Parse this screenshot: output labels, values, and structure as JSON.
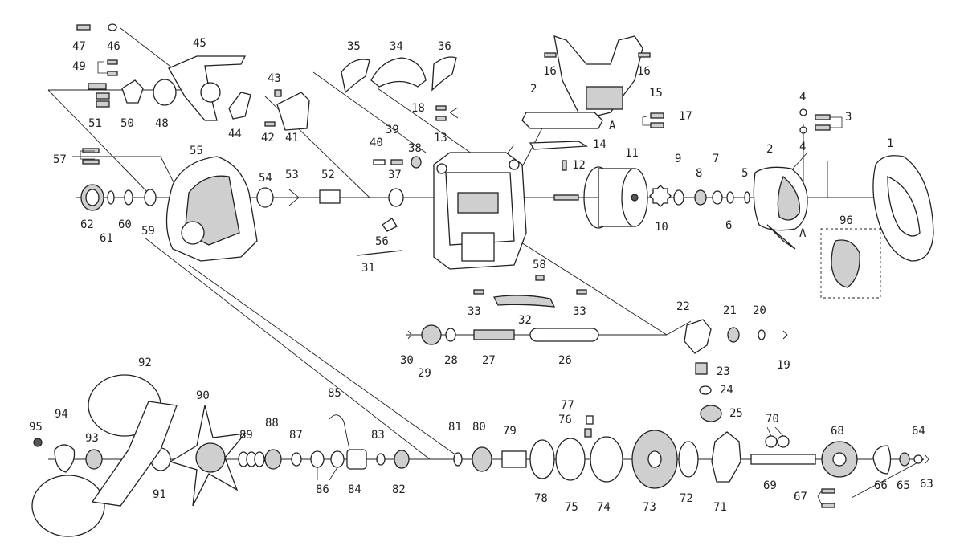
{
  "diagram": {
    "callouts": [
      {
        "id": "p1",
        "text": "1"
      },
      {
        "id": "p2a",
        "text": "2"
      },
      {
        "id": "p2b",
        "text": "2"
      },
      {
        "id": "p3",
        "text": "3"
      },
      {
        "id": "p4a",
        "text": "4"
      },
      {
        "id": "p4b",
        "text": "4"
      },
      {
        "id": "p5",
        "text": "5"
      },
      {
        "id": "p6",
        "text": "6"
      },
      {
        "id": "p7",
        "text": "7"
      },
      {
        "id": "p8",
        "text": "8"
      },
      {
        "id": "p9",
        "text": "9"
      },
      {
        "id": "p10",
        "text": "10"
      },
      {
        "id": "p11",
        "text": "11"
      },
      {
        "id": "p12",
        "text": "12"
      },
      {
        "id": "p13",
        "text": "13"
      },
      {
        "id": "p14",
        "text": "14"
      },
      {
        "id": "p15",
        "text": "15"
      },
      {
        "id": "p16a",
        "text": "16"
      },
      {
        "id": "p16b",
        "text": "16"
      },
      {
        "id": "p17",
        "text": "17"
      },
      {
        "id": "p18",
        "text": "18"
      },
      {
        "id": "p19",
        "text": "19"
      },
      {
        "id": "p20",
        "text": "20"
      },
      {
        "id": "p21",
        "text": "21"
      },
      {
        "id": "p22",
        "text": "22"
      },
      {
        "id": "p23",
        "text": "23"
      },
      {
        "id": "p24",
        "text": "24"
      },
      {
        "id": "p25",
        "text": "25"
      },
      {
        "id": "p26",
        "text": "26"
      },
      {
        "id": "p27",
        "text": "27"
      },
      {
        "id": "p28",
        "text": "28"
      },
      {
        "id": "p29",
        "text": "29"
      },
      {
        "id": "p30",
        "text": "30"
      },
      {
        "id": "p31",
        "text": "31"
      },
      {
        "id": "p32",
        "text": "32"
      },
      {
        "id": "p33a",
        "text": "33"
      },
      {
        "id": "p33b",
        "text": "33"
      },
      {
        "id": "p34",
        "text": "34"
      },
      {
        "id": "p35",
        "text": "35"
      },
      {
        "id": "p36",
        "text": "36"
      },
      {
        "id": "p37",
        "text": "37"
      },
      {
        "id": "p38",
        "text": "38"
      },
      {
        "id": "p39",
        "text": "39"
      },
      {
        "id": "p40",
        "text": "40"
      },
      {
        "id": "p41",
        "text": "41"
      },
      {
        "id": "p42",
        "text": "42"
      },
      {
        "id": "p43",
        "text": "43"
      },
      {
        "id": "p44",
        "text": "44"
      },
      {
        "id": "p45",
        "text": "45"
      },
      {
        "id": "p46",
        "text": "46"
      },
      {
        "id": "p47",
        "text": "47"
      },
      {
        "id": "p48",
        "text": "48"
      },
      {
        "id": "p49",
        "text": "49"
      },
      {
        "id": "p50",
        "text": "50"
      },
      {
        "id": "p51",
        "text": "51"
      },
      {
        "id": "p52",
        "text": "52"
      },
      {
        "id": "p53",
        "text": "53"
      },
      {
        "id": "p54",
        "text": "54"
      },
      {
        "id": "p55",
        "text": "55"
      },
      {
        "id": "p56",
        "text": "56"
      },
      {
        "id": "p57",
        "text": "57"
      },
      {
        "id": "p58",
        "text": "58"
      },
      {
        "id": "p59",
        "text": "59"
      },
      {
        "id": "p60",
        "text": "60"
      },
      {
        "id": "p61",
        "text": "61"
      },
      {
        "id": "p62",
        "text": "62"
      },
      {
        "id": "p63",
        "text": "63"
      },
      {
        "id": "p64",
        "text": "64"
      },
      {
        "id": "p65",
        "text": "65"
      },
      {
        "id": "p66",
        "text": "66"
      },
      {
        "id": "p67",
        "text": "67"
      },
      {
        "id": "p68",
        "text": "68"
      },
      {
        "id": "p69",
        "text": "69"
      },
      {
        "id": "p70",
        "text": "70"
      },
      {
        "id": "p71",
        "text": "71"
      },
      {
        "id": "p72",
        "text": "72"
      },
      {
        "id": "p73",
        "text": "73"
      },
      {
        "id": "p74",
        "text": "74"
      },
      {
        "id": "p75",
        "text": "75"
      },
      {
        "id": "p76",
        "text": "76"
      },
      {
        "id": "p77",
        "text": "77"
      },
      {
        "id": "p78",
        "text": "78"
      },
      {
        "id": "p79",
        "text": "79"
      },
      {
        "id": "p80",
        "text": "80"
      },
      {
        "id": "p81",
        "text": "81"
      },
      {
        "id": "p82",
        "text": "82"
      },
      {
        "id": "p83",
        "text": "83"
      },
      {
        "id": "p84",
        "text": "84"
      },
      {
        "id": "p85",
        "text": "85"
      },
      {
        "id": "p86",
        "text": "86"
      },
      {
        "id": "p87",
        "text": "87"
      },
      {
        "id": "p88",
        "text": "88"
      },
      {
        "id": "p89",
        "text": "89"
      },
      {
        "id": "p90",
        "text": "90"
      },
      {
        "id": "p91",
        "text": "91"
      },
      {
        "id": "p92",
        "text": "92"
      },
      {
        "id": "p93",
        "text": "93"
      },
      {
        "id": "p94",
        "text": "94"
      },
      {
        "id": "p95",
        "text": "95"
      },
      {
        "id": "p96",
        "text": "96"
      }
    ],
    "markers": {
      "a_upper": "A",
      "a_lower": "A"
    }
  }
}
